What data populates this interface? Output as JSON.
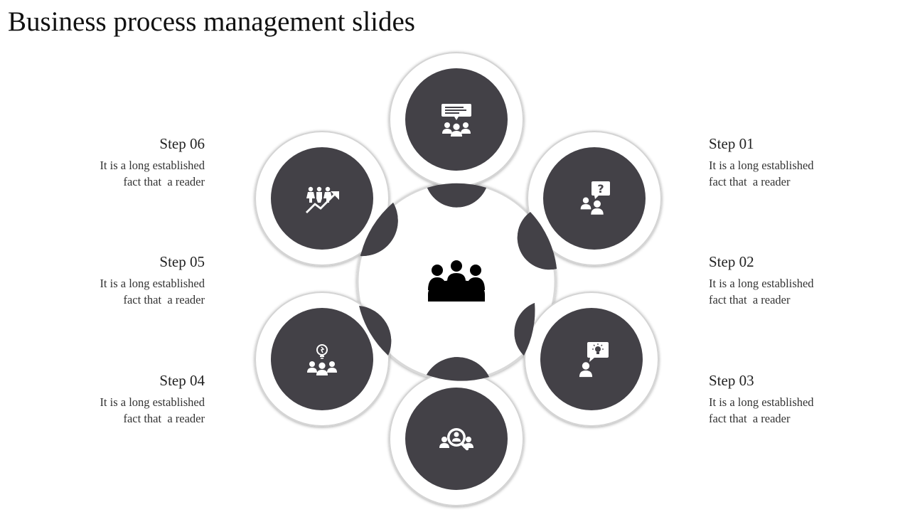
{
  "title": "Business process management slides",
  "colors": {
    "node_fill": "#434147",
    "ring_fill": "#ffffff",
    "ring_stroke": "#d4d4d4",
    "icon": "#ffffff",
    "center_icon": "#000000"
  },
  "center_icon": "team-meeting-icon",
  "steps": [
    {
      "title": "Step 01",
      "desc_line1": "It is a long established",
      "desc_line2": "fact that  a reader",
      "icon": "question-people-icon"
    },
    {
      "title": "Step 02",
      "desc_line1": "It is a long established",
      "desc_line2": "fact that  a reader",
      "icon": "search-people-icon"
    },
    {
      "title": "Step 03",
      "desc_line1": "It is a long established",
      "desc_line2": "fact that  a reader",
      "icon": "idea-person-icon"
    },
    {
      "title": "Step 04",
      "desc_line1": "It is a long established",
      "desc_line2": "fact that  a reader",
      "icon": "idea-team-icon"
    },
    {
      "title": "Step 05",
      "desc_line1": "It is a long established",
      "desc_line2": "fact that  a reader",
      "icon": "growth-team-icon"
    },
    {
      "title": "Step 06",
      "desc_line1": "It is a long established",
      "desc_line2": "fact that  a reader",
      "icon": "discussion-team-icon"
    }
  ]
}
